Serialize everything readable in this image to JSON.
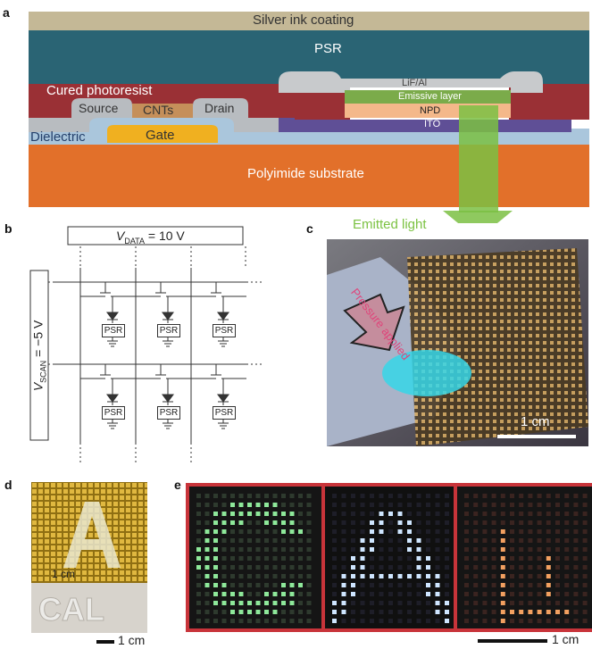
{
  "panels": {
    "a": "a",
    "b": "b",
    "c": "c",
    "d": "d",
    "e": "e"
  },
  "layers": {
    "silver_ink": "Silver ink coating",
    "psr": "PSR",
    "cured_photoresist": "Cured photoresist",
    "lif_al": "LiF/Al",
    "emissive": "Emissive layer",
    "npd": "NPD",
    "ito": "ITO",
    "source": "Source",
    "cnts": "CNTs",
    "drain": "Drain",
    "dielectric": "Dielectric",
    "gate": "Gate",
    "substrate": "Polyimide substrate"
  },
  "emitted_light": "Emitted light",
  "circuit": {
    "vdata_symbol": "V",
    "vdata_sub": "DATA",
    "vdata_value": " = 10 V",
    "vscan_symbol": "V",
    "vscan_sub": "SCAN",
    "vscan_value": " = −5 V",
    "psr_label": "PSR"
  },
  "photo_c": {
    "pressure_text": "Pressure applied",
    "scale_label": "1 cm"
  },
  "photo_d": {
    "inset_text": "1 cm",
    "scale_label": "1 cm"
  },
  "photo_e": {
    "scale_label": "1 cm"
  },
  "colors": {
    "silver": "#c4b896",
    "psr": "#2a6474",
    "photoresist": "#9a3035",
    "substrate": "#e2702a",
    "dielectric_blue": "#aac6dc",
    "gate": "#f0b020",
    "green_light": "#7bc043",
    "emitted_text": "#7cc243",
    "pressure_text": "#e0447a"
  }
}
